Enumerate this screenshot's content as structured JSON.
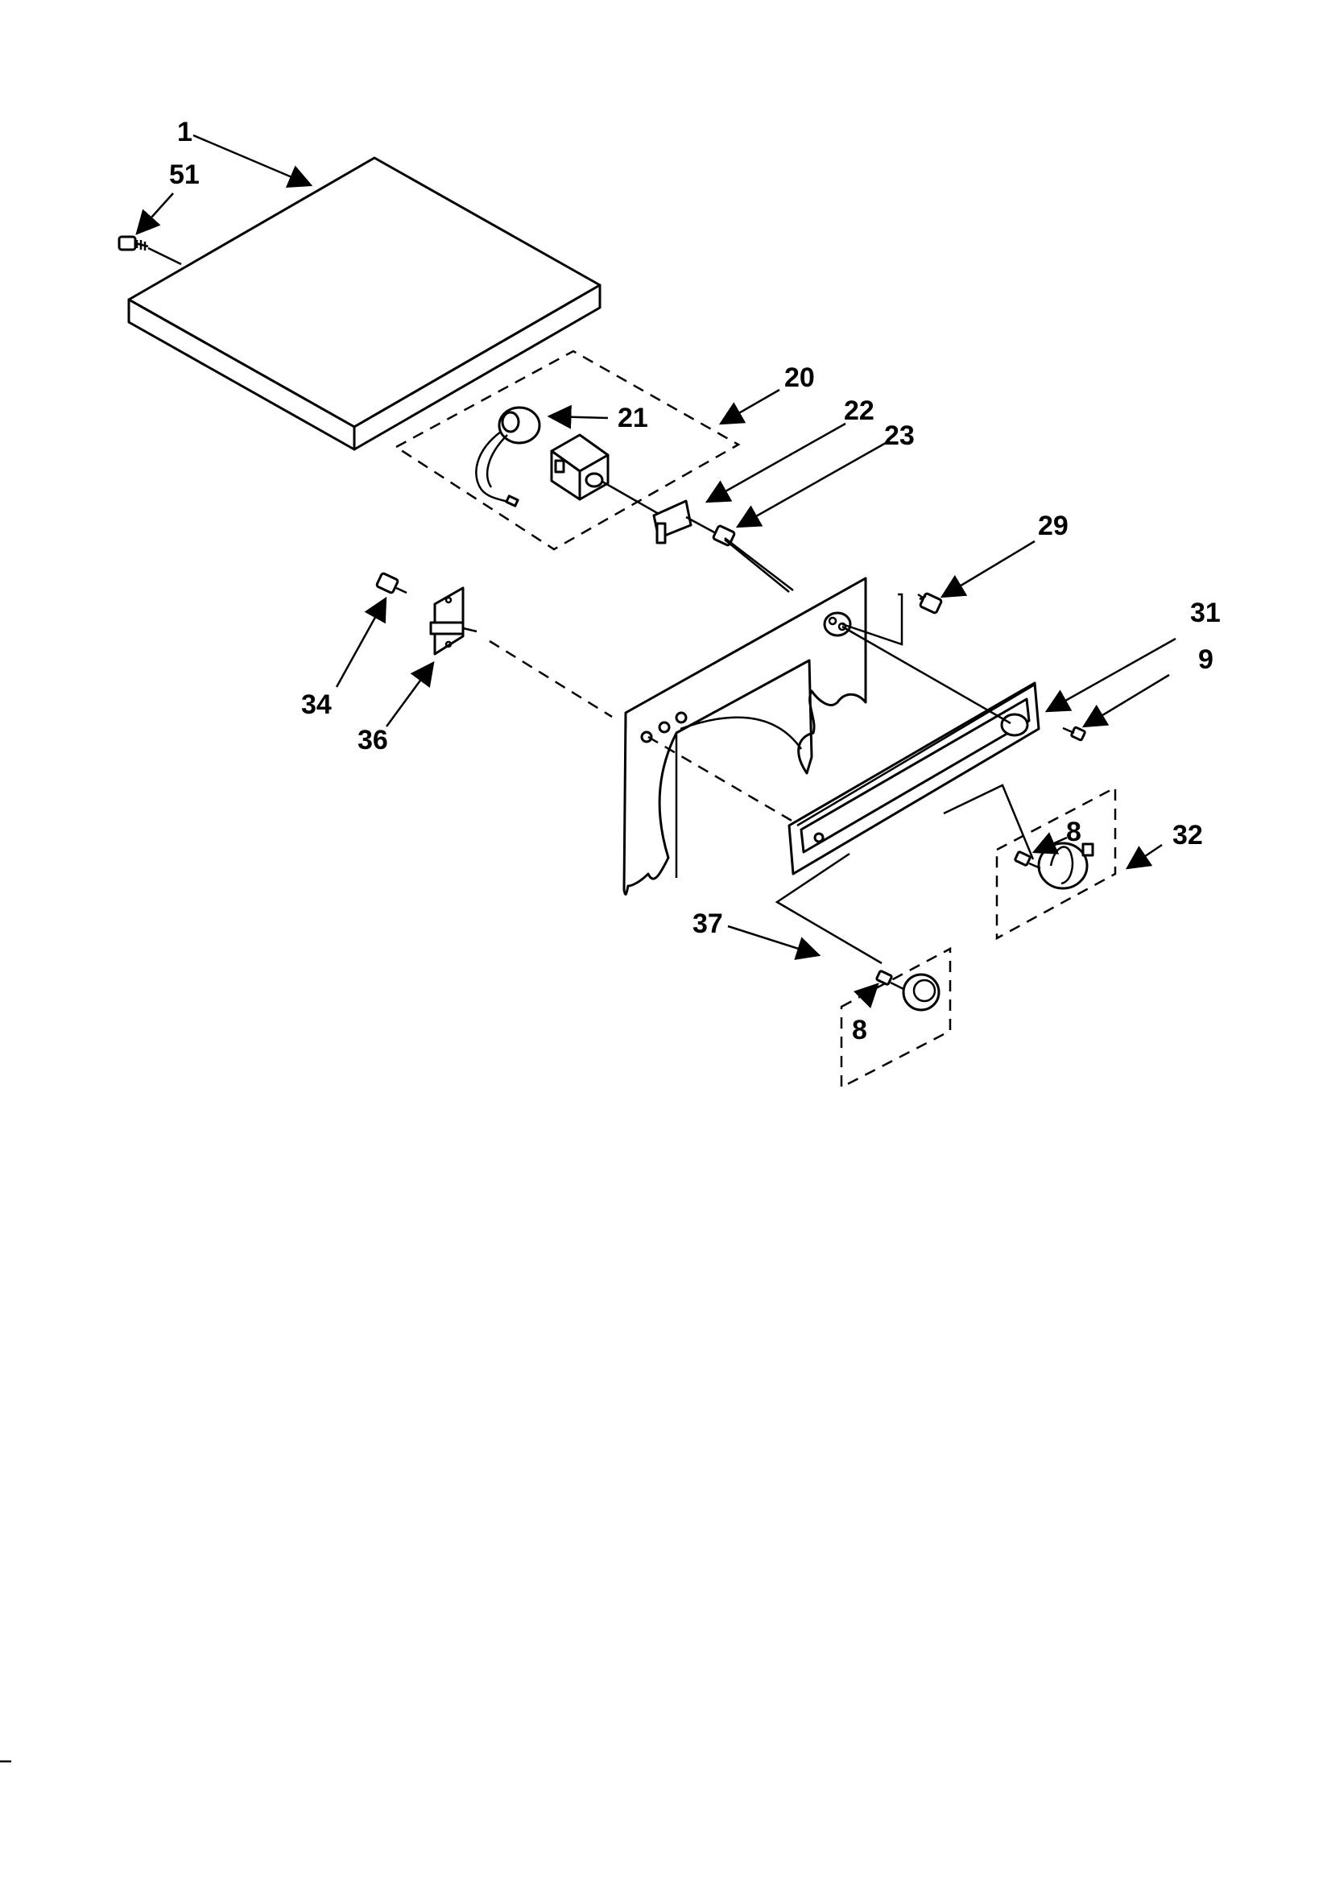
{
  "diagram": {
    "callouts": {
      "c1": "1",
      "c51": "51",
      "c20": "20",
      "c21": "21",
      "c22": "22",
      "c23": "23",
      "c29": "29",
      "c31": "31",
      "c9": "9",
      "c34": "34",
      "c36": "36",
      "c8a": "8",
      "c32": "32",
      "c37": "37",
      "c8b": "8"
    },
    "line_color": "#000000",
    "background": "#ffffff"
  }
}
